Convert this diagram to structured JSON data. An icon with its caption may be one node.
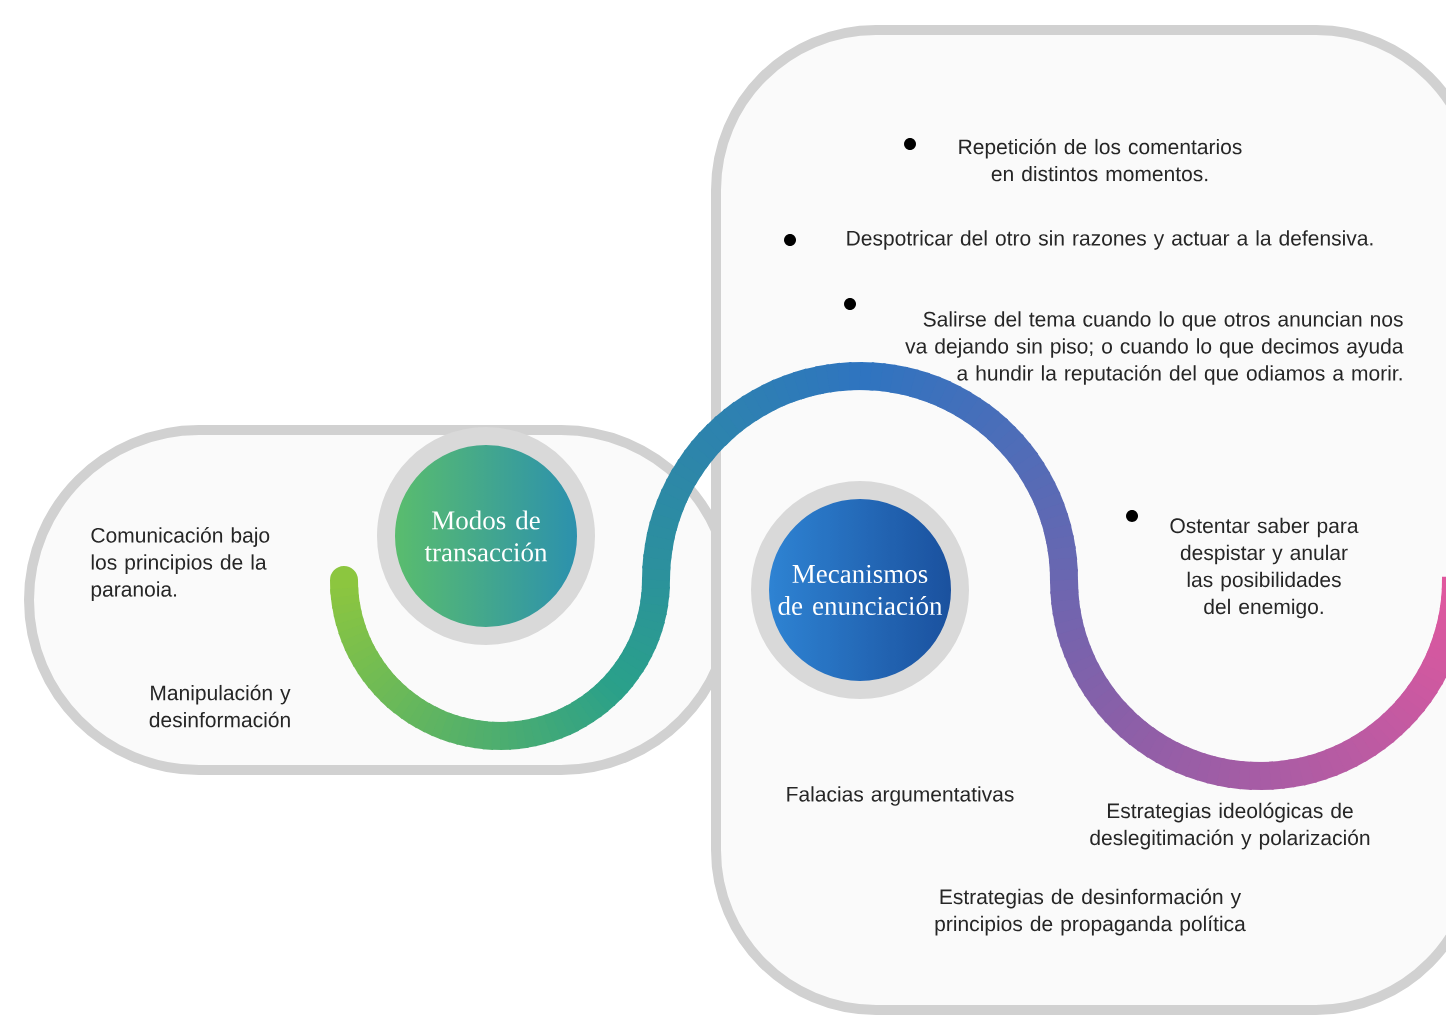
{
  "diagram": {
    "nodes": [
      {
        "text": [
          "Comunicación bajo los principios de la paranoia.",
          "Manipulación y desinformación"
        ]
      },
      {
        "text": [
          "Modos de transacción"
        ],
        "in": 0
      },
      {
        "text": [
          "Repetición de los comentarios en distintos momentos.",
          "Despotricar del otro sin razones y actuar a la defensiva.",
          "Salirse del tema cuando lo que otros anuncian nos va dejando sin piso; o cuando lo que decimos ayuda a hundir la reputación del que odiamos a morir.",
          "Ostentar saber para despistar y anular las posibilidades del enemigo.",
          "Falacias argumentativas",
          "Estrategias ideológicas de deslegitimación y polarización",
          "Estrategias de desinformación y principios de propaganda política"
        ]
      },
      {
        "text": [
          "Mecanismos de enunciación"
        ],
        "in": 2
      }
    ]
  }
}
